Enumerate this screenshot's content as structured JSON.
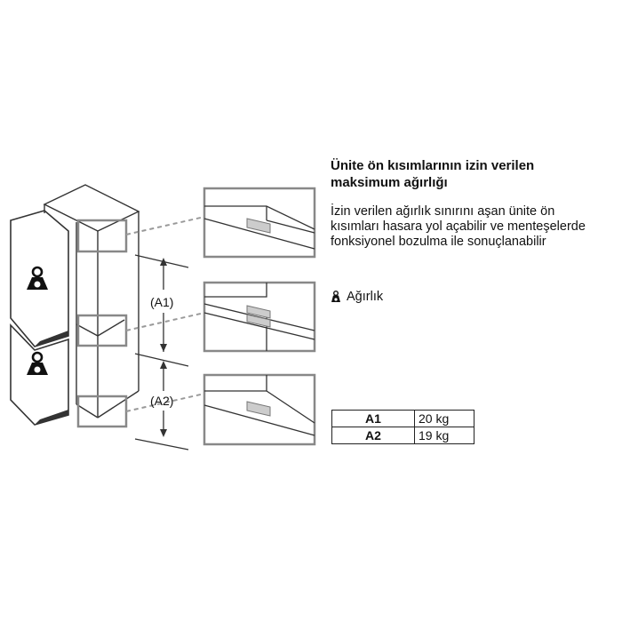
{
  "heading": "Ünite ön kısımlarının izin verilen maksimum ağırlığı",
  "description": "İzin verilen ağırlık sınırını aşan ünite ön kısımları hasara yol açabilir ve menteşelerde fonksiyonel bozulma ile sonuçlanabilir",
  "legend": {
    "icon": "weight-icon",
    "label": "Ağırlık"
  },
  "dimension_labels": {
    "a1": "(A1)",
    "a2": "(A2)"
  },
  "weight_table": [
    {
      "key": "A1",
      "value": "20 kg"
    },
    {
      "key": "A2",
      "value": "19 kg"
    }
  ]
}
